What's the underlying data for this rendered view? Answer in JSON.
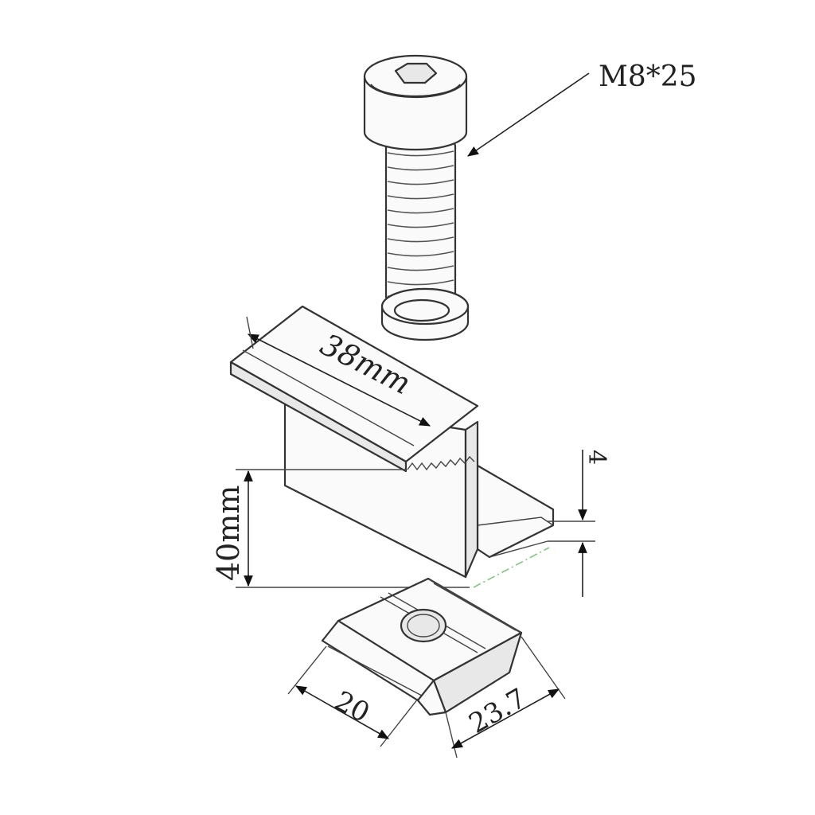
{
  "labels": {
    "bolt": "M8*25",
    "clamp_width": "38mm",
    "clamp_height": "40mm",
    "lip_thickness": "4",
    "nut_width": "20",
    "nut_length": "23.7"
  },
  "colors": {
    "outline": "#333333",
    "centerline": "#7ec87e",
    "background": "#ffffff"
  }
}
